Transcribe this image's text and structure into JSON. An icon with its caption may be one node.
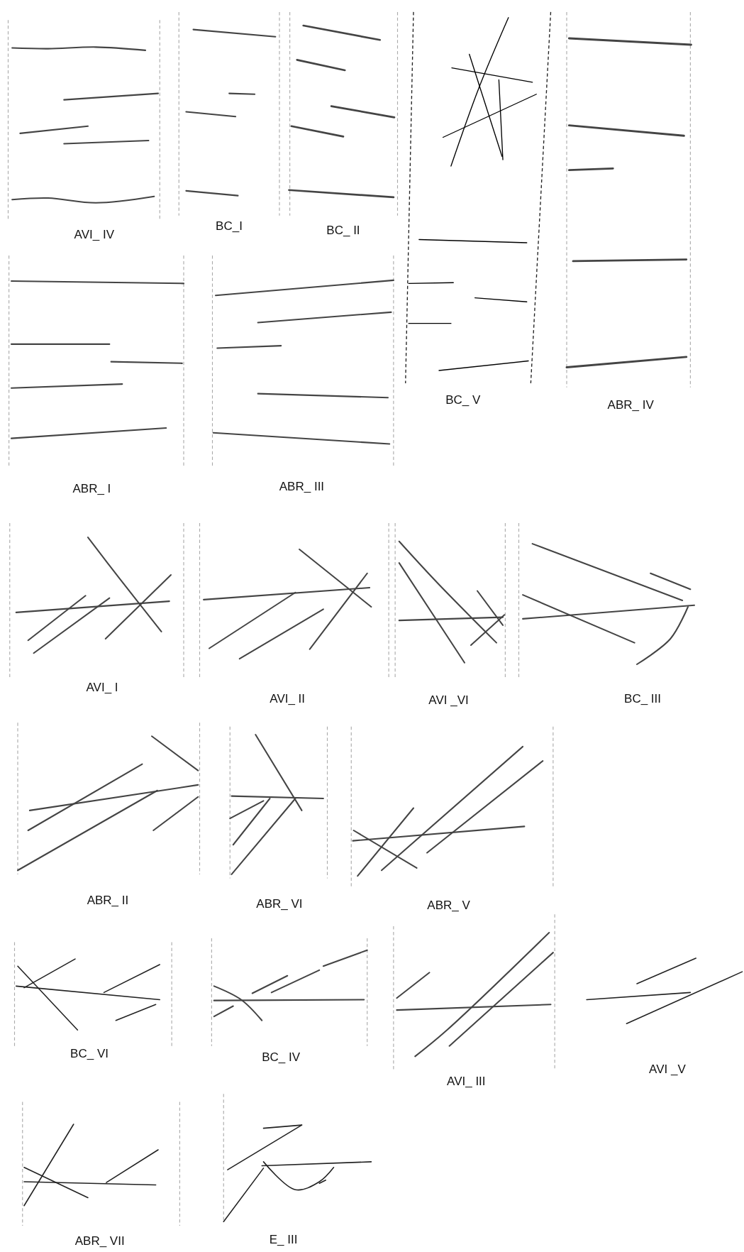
{
  "diagram": {
    "labels": [
      "AVI_ IV",
      "BC_I",
      "BC_ II",
      "BC_ V",
      "ABR_ IV",
      "ABR_ I",
      "ABR_ III",
      "AVI_ I",
      "AVI_ II",
      "AVI _VI",
      "BC_ III",
      "ABR_ II",
      "ABR_ VI",
      "ABR_ V",
      "BC_ VI",
      "BC_ IV",
      "AVI_ III",
      "AVI _V",
      "ABR_ VII",
      "E_ III"
    ]
  }
}
